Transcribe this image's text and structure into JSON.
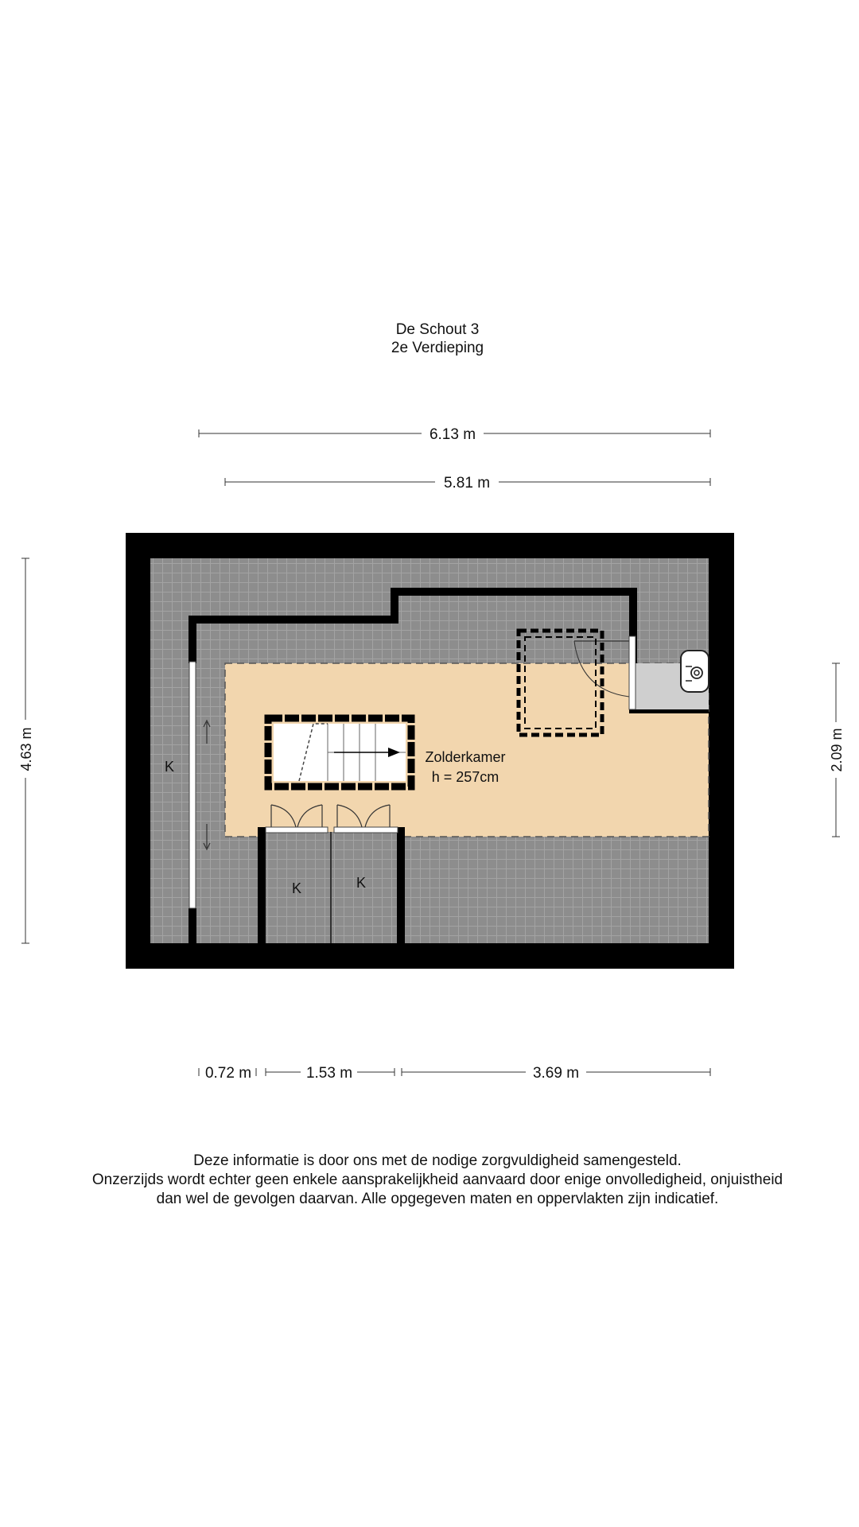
{
  "header": {
    "address": "De Schout 3",
    "floor": "2e Verdieping"
  },
  "dimensions": {
    "outer_width": "6.13 m",
    "inner_width": "5.81 m",
    "depth": "4.63 m",
    "room_depth": "2.09 m",
    "seg_left": "0.72 m",
    "seg_mid": "1.53 m",
    "seg_right": "3.69 m"
  },
  "rooms": {
    "main_name": "Zolderkamer",
    "main_height": "h = 257cm",
    "k_left": "K",
    "k_closet1": "K",
    "k_closet2": "K"
  },
  "colors": {
    "wall": "#000000",
    "roof_area": "#8d8d8d",
    "room_floor": "#f2d6ae",
    "tech_area": "#cfcfcf"
  },
  "disclaimer": {
    "line1": "Deze informatie is door ons met de nodige zorgvuldigheid samengesteld.",
    "line2": "Onzerzijds wordt echter geen enkele aansprakelijkheid aanvaard door enige onvolledigheid, onjuistheid",
    "line3": "dan wel de gevolgen daarvan. Alle opgegeven maten en oppervlakten zijn indicatief."
  }
}
